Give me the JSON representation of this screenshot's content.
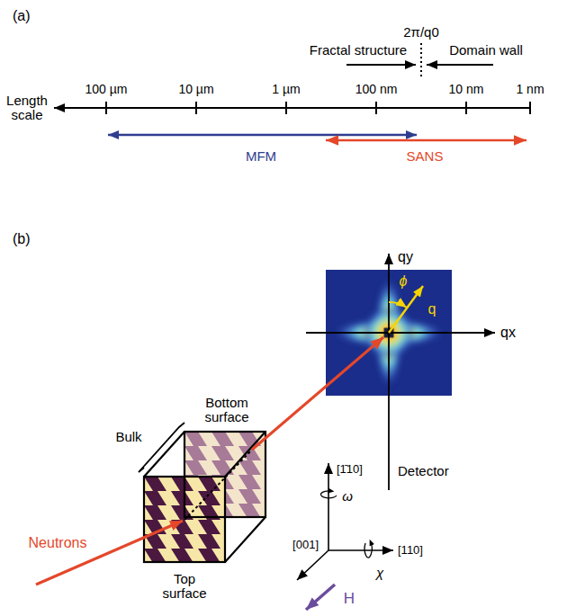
{
  "diagram": {
    "labels": [
      "(a)",
      "2π/q0",
      "Fractal structure",
      "Domain wall",
      "100 µm",
      "10 µm",
      "1 µm",
      "100 nm",
      "10 nm",
      "1 nm",
      "Length scale",
      "MFM",
      "SANS",
      "(b)",
      "qy",
      "ϕ",
      "q",
      "qx",
      "Bottom surface",
      "Bulk",
      "Detector",
      "[1̄10]",
      "ω",
      "[110]",
      "χ",
      "[001]",
      "Neutrons",
      "Top surface",
      "H"
    ]
  }
}
